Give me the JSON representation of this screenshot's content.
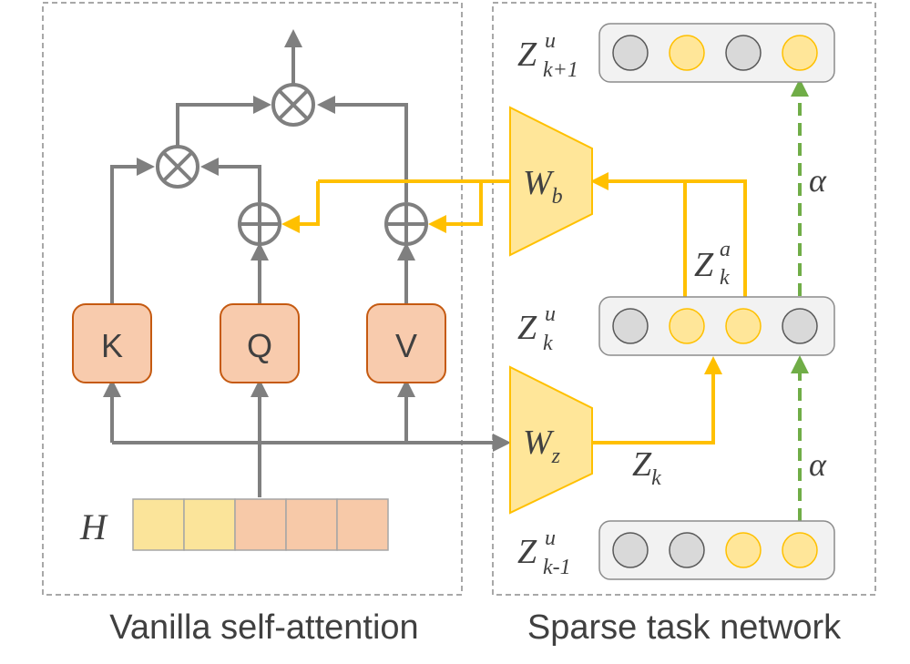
{
  "panels": {
    "left_caption": "Vanilla self-attention",
    "right_caption": "Sparse task network"
  },
  "attention": {
    "k_label": "K",
    "q_label": "Q",
    "v_label": "V",
    "h_label": "H",
    "h_cells": [
      {
        "color": "#fbe49a"
      },
      {
        "color": "#fbe49a"
      },
      {
        "color": "#f7c9a8"
      },
      {
        "color": "#f7c9a8"
      },
      {
        "color": "#f7c9a8"
      }
    ]
  },
  "task_network": {
    "wb_main": "W",
    "wb_sub": "b",
    "wz_main": "W",
    "wz_sub": "z",
    "zk_main": "Z",
    "zk_sub": "k",
    "zka_main": "Z",
    "zka_sub": "k",
    "zka_sup": "a",
    "alpha_top": "α",
    "alpha_bottom": "α",
    "rows": [
      {
        "main": "Z",
        "sub": "k+1",
        "sup": "u",
        "nodes": [
          "gray",
          "yellow",
          "gray",
          "yellow"
        ]
      },
      {
        "main": "Z",
        "sub": "k",
        "sup": "u",
        "nodes": [
          "gray",
          "yellow",
          "yellow",
          "gray"
        ]
      },
      {
        "main": "Z",
        "sub": "k-1",
        "sup": "u",
        "nodes": [
          "gray",
          "gray",
          "yellow",
          "yellow"
        ]
      }
    ]
  },
  "colors": {
    "gray_line": "#7f7f7f",
    "yellow_line": "#ffc000",
    "green_dash": "#70ad47",
    "kqv_fill": "#f8cbad",
    "kqv_stroke": "#c55a11",
    "trap_fill": "#ffe699",
    "node_gray": "#d9d9d9",
    "node_yellow": "#ffe699"
  }
}
